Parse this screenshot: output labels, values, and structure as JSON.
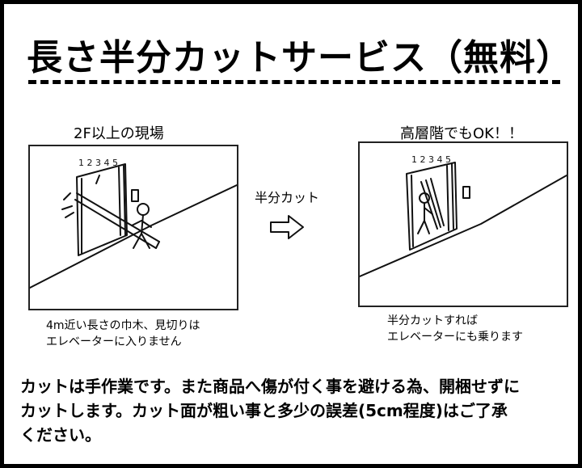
{
  "title": "長さ半分カットサービス（無料）",
  "left": {
    "heading": "2F以上の現場",
    "floors": "1 2 3 4 5",
    "caption_lines": [
      "4m近い長さの巾木、見切りは",
      "エレベーターに入りません"
    ]
  },
  "middle": {
    "arrow_label": "半分カット"
  },
  "right": {
    "heading": "高層階でもOK！！",
    "floors": "1 2 3 4 5",
    "caption_lines": [
      "半分カットすれば",
      "エレベーターにも乗ります"
    ]
  },
  "notes": [
    "カットは手作業です。また商品へ傷が付く事を避ける為、開梱せずに",
    "カットします。カット面が粗い事と多少の誤差(5cm程度)はご了承",
    "ください。"
  ]
}
